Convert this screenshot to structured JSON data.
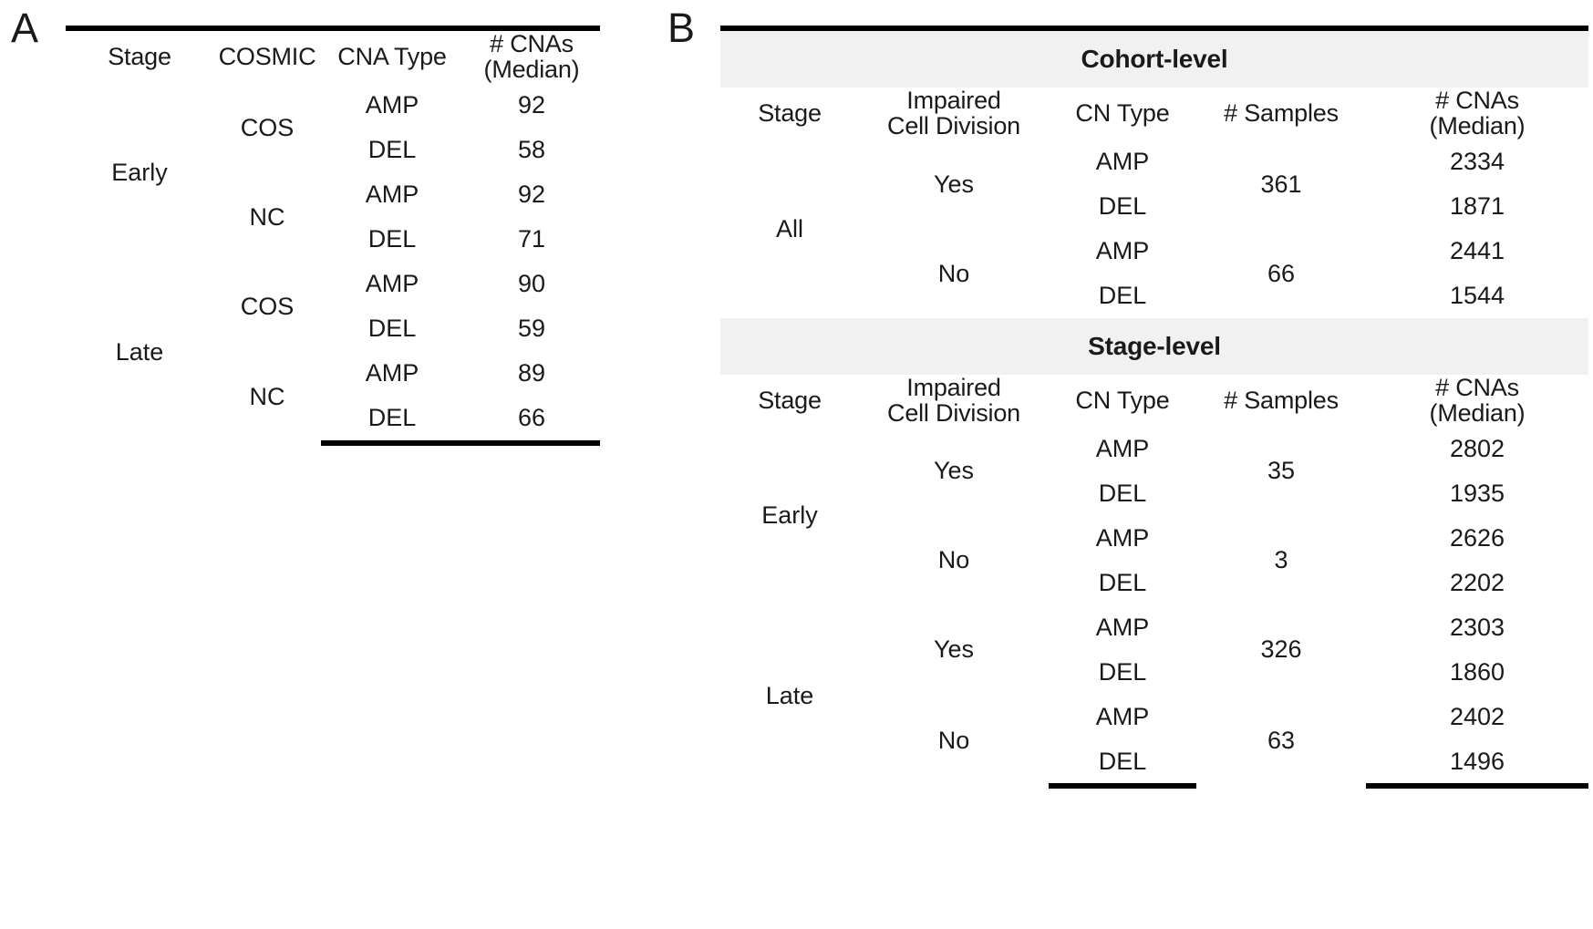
{
  "figure": {
    "panels": [
      {
        "letter": "A"
      },
      {
        "letter": "B"
      }
    ]
  },
  "panel_a": {
    "letter": "A",
    "headers": {
      "stage": "Stage",
      "cosmic": "COSMIC",
      "cna_type": "CNA Type",
      "cnas_line1": "# CNAs",
      "cnas_line2": "(Median)"
    },
    "groups": [
      {
        "stage": "Early",
        "subgroups": [
          {
            "cosmic": "COS",
            "rows": [
              {
                "cna_type": "AMP",
                "cnas_median": "92"
              },
              {
                "cna_type": "DEL",
                "cnas_median": "58"
              }
            ]
          },
          {
            "cosmic": "NC",
            "rows": [
              {
                "cna_type": "AMP",
                "cnas_median": "92"
              },
              {
                "cna_type": "DEL",
                "cnas_median": "71"
              }
            ]
          }
        ]
      },
      {
        "stage": "Late",
        "subgroups": [
          {
            "cosmic": "COS",
            "rows": [
              {
                "cna_type": "AMP",
                "cnas_median": "90"
              },
              {
                "cna_type": "DEL",
                "cnas_median": "59"
              }
            ]
          },
          {
            "cosmic": "NC",
            "rows": [
              {
                "cna_type": "AMP",
                "cnas_median": "89"
              },
              {
                "cna_type": "DEL",
                "cnas_median": "66"
              }
            ]
          }
        ]
      }
    ]
  },
  "panel_b": {
    "letter": "B",
    "headers": {
      "stage": "Stage",
      "impaired_line1": "Impaired",
      "impaired_line2": "Cell Division",
      "cn_type": "CN Type",
      "samples": "# Samples",
      "cnas_line1": "# CNAs",
      "cnas_line2": "(Median)"
    },
    "sections": [
      {
        "band_label": "Cohort-level",
        "groups": [
          {
            "stage": "All",
            "subgroups": [
              {
                "impaired": "Yes",
                "samples": "361",
                "rows": [
                  {
                    "cn_type": "AMP",
                    "cnas_median": "2334"
                  },
                  {
                    "cn_type": "DEL",
                    "cnas_median": "1871"
                  }
                ]
              },
              {
                "impaired": "No",
                "samples": "66",
                "rows": [
                  {
                    "cn_type": "AMP",
                    "cnas_median": "2441"
                  },
                  {
                    "cn_type": "DEL",
                    "cnas_median": "1544"
                  }
                ]
              }
            ]
          }
        ]
      },
      {
        "band_label": "Stage-level",
        "groups": [
          {
            "stage": "Early",
            "subgroups": [
              {
                "impaired": "Yes",
                "samples": "35",
                "rows": [
                  {
                    "cn_type": "AMP",
                    "cnas_median": "2802"
                  },
                  {
                    "cn_type": "DEL",
                    "cnas_median": "1935"
                  }
                ]
              },
              {
                "impaired": "No",
                "samples": "3",
                "rows": [
                  {
                    "cn_type": "AMP",
                    "cnas_median": "2626"
                  },
                  {
                    "cn_type": "DEL",
                    "cnas_median": "2202"
                  }
                ]
              }
            ]
          },
          {
            "stage": "Late",
            "subgroups": [
              {
                "impaired": "Yes",
                "samples": "326",
                "rows": [
                  {
                    "cn_type": "AMP",
                    "cnas_median": "2303"
                  },
                  {
                    "cn_type": "DEL",
                    "cnas_median": "1860"
                  }
                ]
              },
              {
                "impaired": "No",
                "samples": "63",
                "rows": [
                  {
                    "cn_type": "AMP",
                    "cnas_median": "2402"
                  },
                  {
                    "cn_type": "DEL",
                    "cnas_median": "1496"
                  }
                ]
              }
            ]
          }
        ]
      }
    ]
  },
  "colors": {
    "rule": "#000000",
    "band_background": "#f1f1f1",
    "text": "#1a1a1a",
    "page_background": "#ffffff"
  }
}
